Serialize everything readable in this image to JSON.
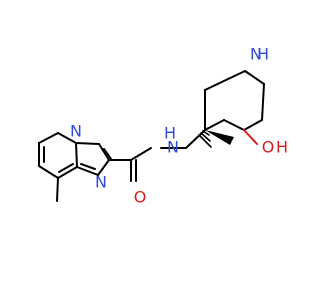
{
  "structure": {
    "atoms": {
      "n_ring": "N",
      "n_imidazole": "N",
      "n_amide": "N",
      "h_amide": "H",
      "o_carbonyl": "O",
      "n_piperidine": "N",
      "h_piperidine": "H",
      "o_hydroxy": "O",
      "h_hydroxy": "H"
    },
    "colors": {
      "carbon_bond": "#000000",
      "nitrogen": "#2f4bd8",
      "oxygen": "#d62020"
    }
  }
}
